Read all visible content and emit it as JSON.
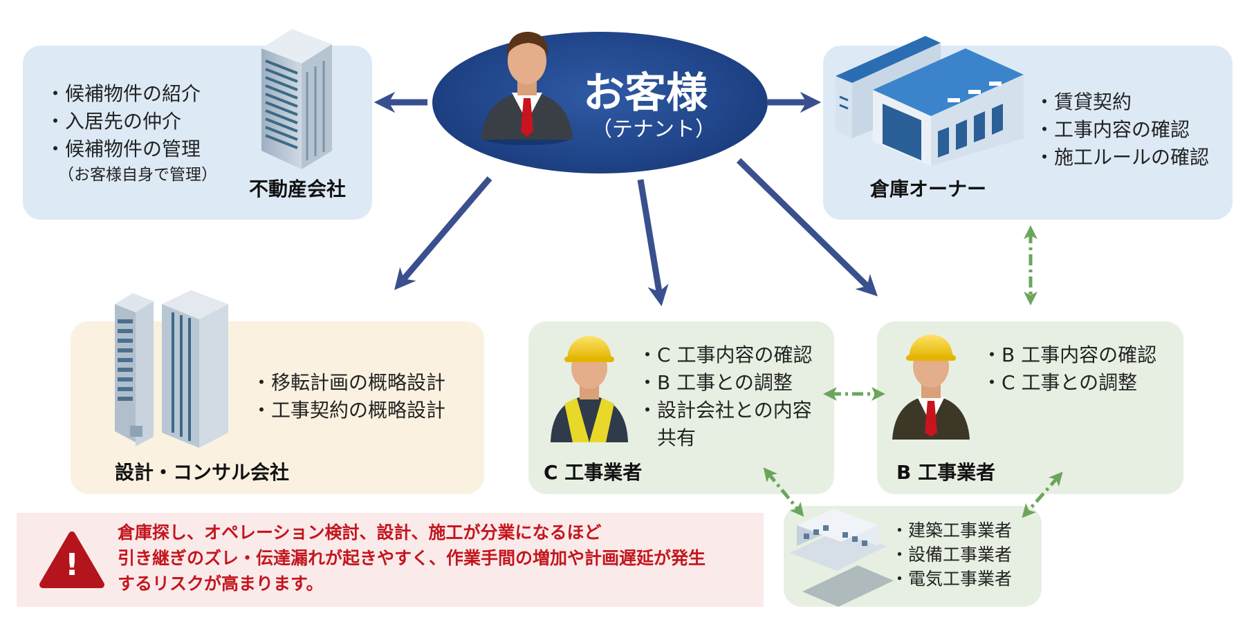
{
  "customer": {
    "title": "お客様",
    "subtitle": "（テナント）"
  },
  "real_estate": {
    "items": [
      "・候補物件の紹介",
      "・入居先の仲介",
      "・候補物件の管理"
    ],
    "note": "（お客様自身で管理）",
    "label": "不動産会社"
  },
  "owner": {
    "items": [
      "・賃貸契約",
      "・工事内容の確認",
      "・施工ルールの確認"
    ],
    "label": "倉庫オーナー"
  },
  "design": {
    "items": [
      "・移転計画の概略設計",
      "・工事契約の概略設計"
    ],
    "label": "設計・コンサル会社"
  },
  "c_contractor": {
    "items": [
      "・C 工事内容の確認",
      "・B 工事との調整",
      "・設計会社との内容",
      "　共有"
    ],
    "label": "C 工事業者"
  },
  "b_contractor": {
    "items": [
      "・B 工事内容の確認",
      "・C 工事との調整"
    ],
    "label": "B 工事業者"
  },
  "sub_contractors": {
    "items": [
      "・建築工事業者",
      "・設備工事業者",
      "・電気工事業者"
    ]
  },
  "warning": {
    "lines": [
      "倉庫探し、オペレーション検討、設計、施工が分業になるほど",
      "引き継ぎのズレ・伝達漏れが起きやすく、作業手間の増加や計画遅延が発生",
      "するリスクが高まります。"
    ],
    "icon_text": "!"
  },
  "colors": {
    "navy_arrow": "#3a4f8e",
    "green_arrow": "#6ba55c",
    "warning_red": "#c3161e",
    "panel_blue": "#ddeaf5",
    "panel_cream": "#faf1e1",
    "panel_green": "#e7efe2"
  }
}
